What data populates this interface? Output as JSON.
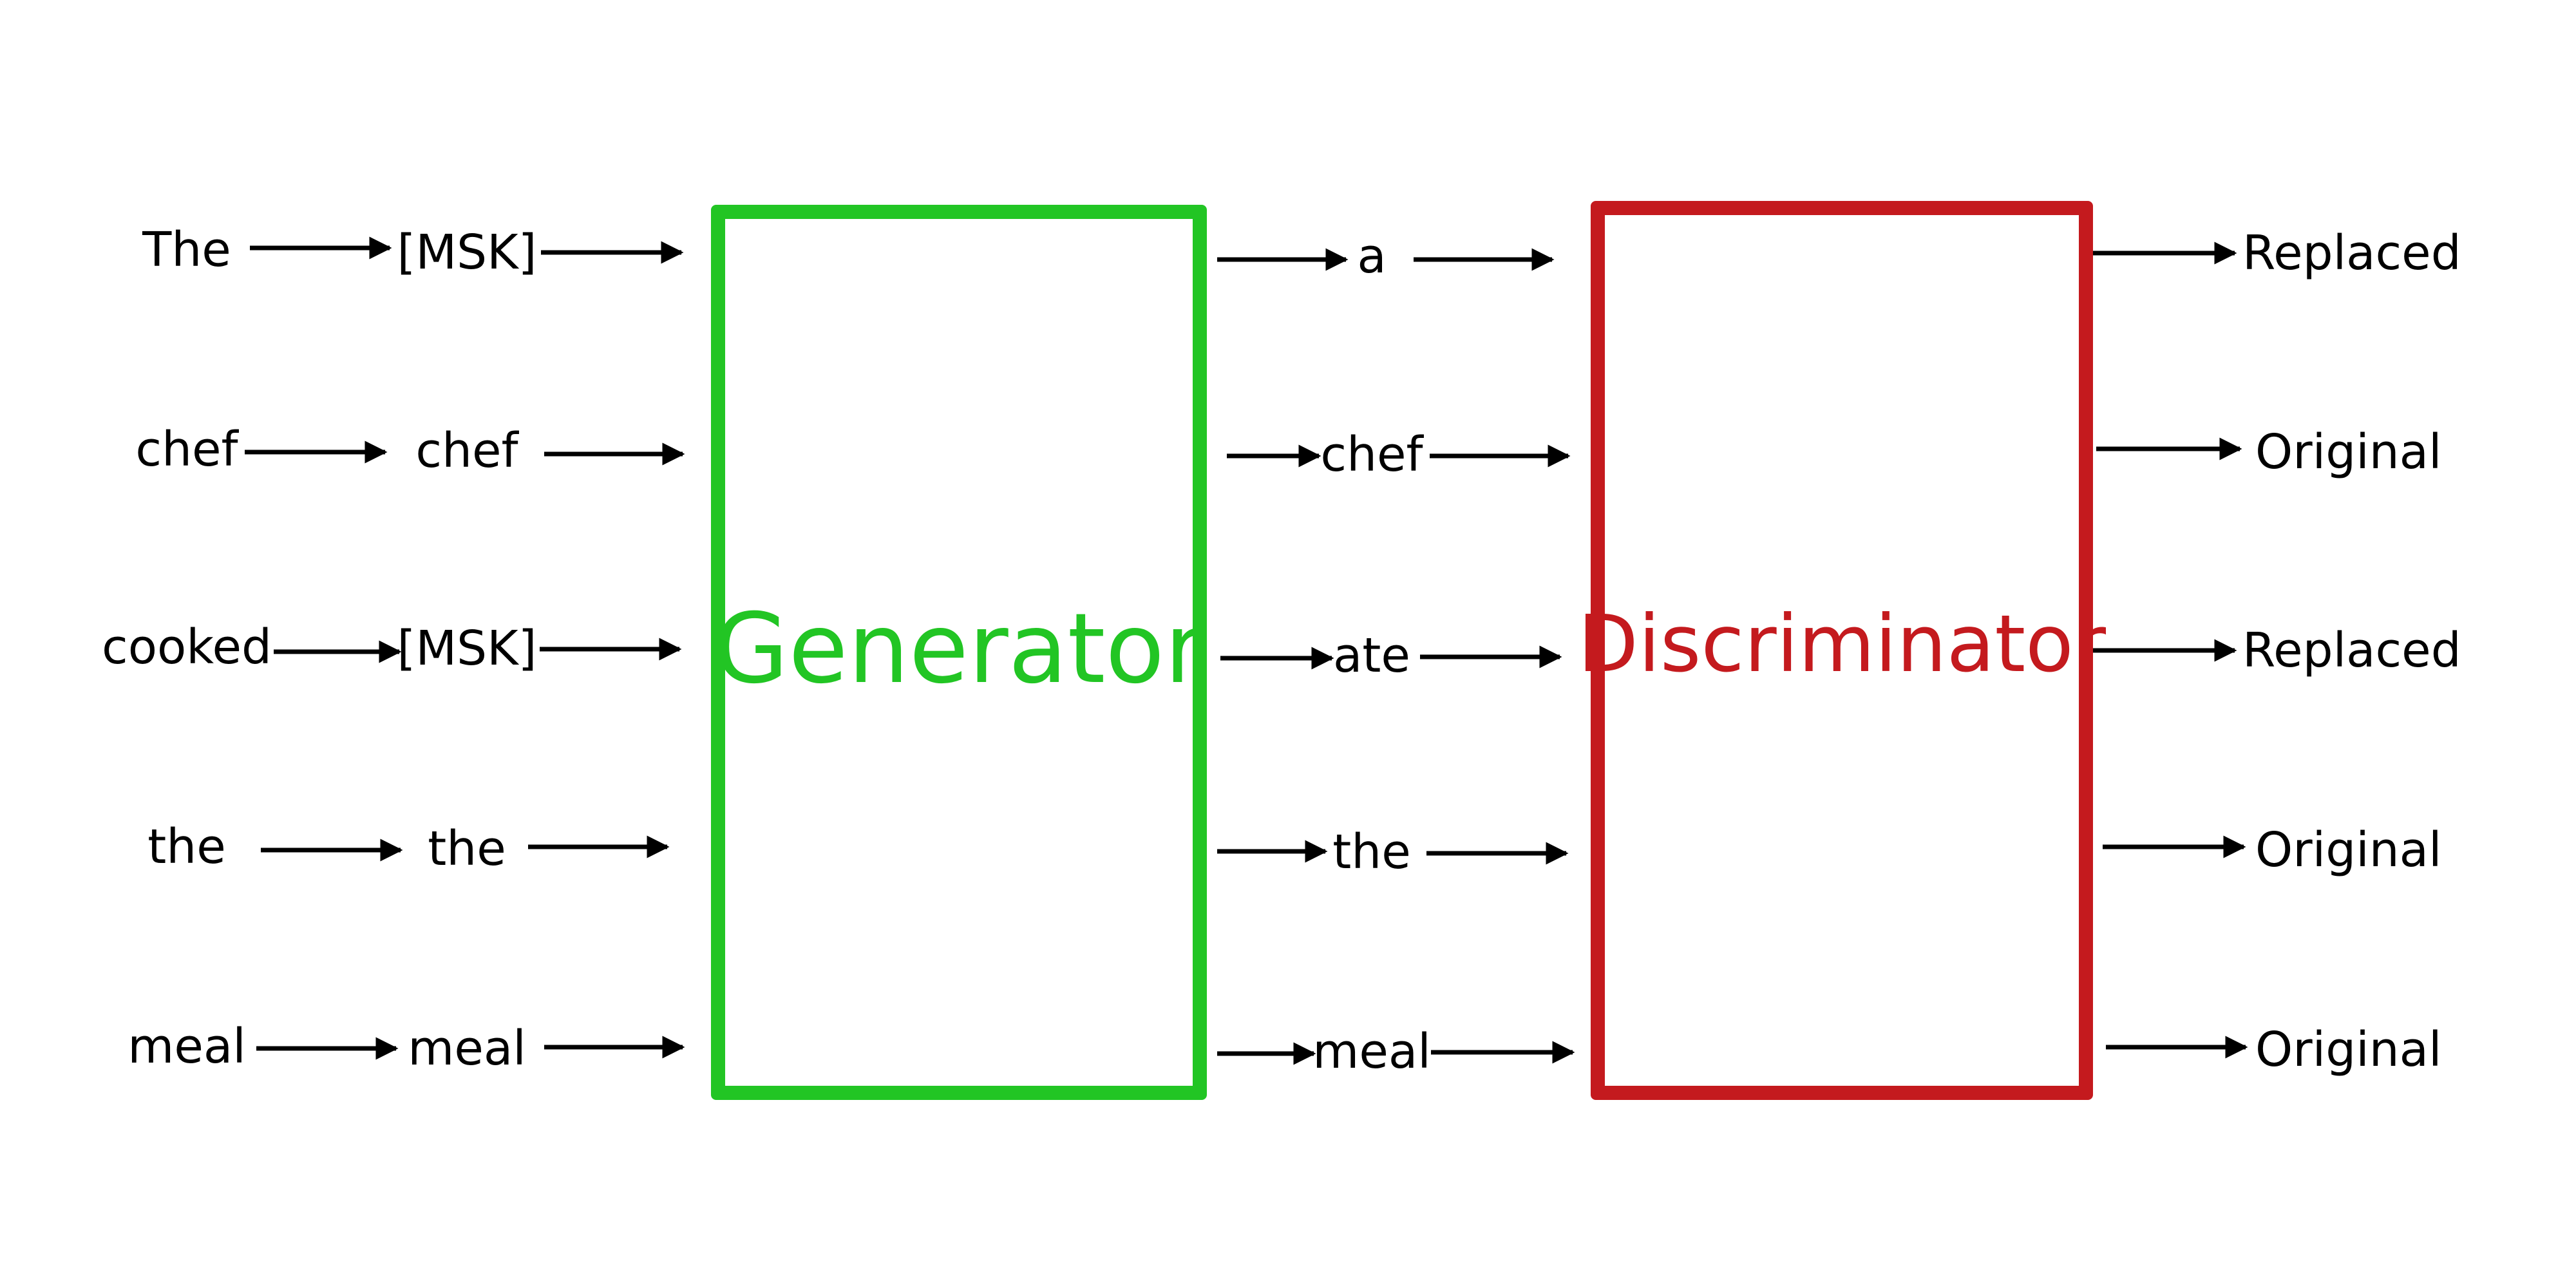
{
  "input_tokens": [
    "The",
    "chef",
    "cooked",
    "the",
    "meal"
  ],
  "masked_tokens": [
    "[MSK]",
    "chef",
    "[MSK]",
    "the",
    "meal"
  ],
  "generator": {
    "label": "Generator",
    "color": "#22c524"
  },
  "generated_tokens": [
    "a",
    "chef",
    "ate",
    "the",
    "meal"
  ],
  "discriminator": {
    "label": "Discriminator",
    "color": "#c41a1e"
  },
  "predictions": [
    "Replaced",
    "Original",
    "Replaced",
    "Original",
    "Original"
  ]
}
